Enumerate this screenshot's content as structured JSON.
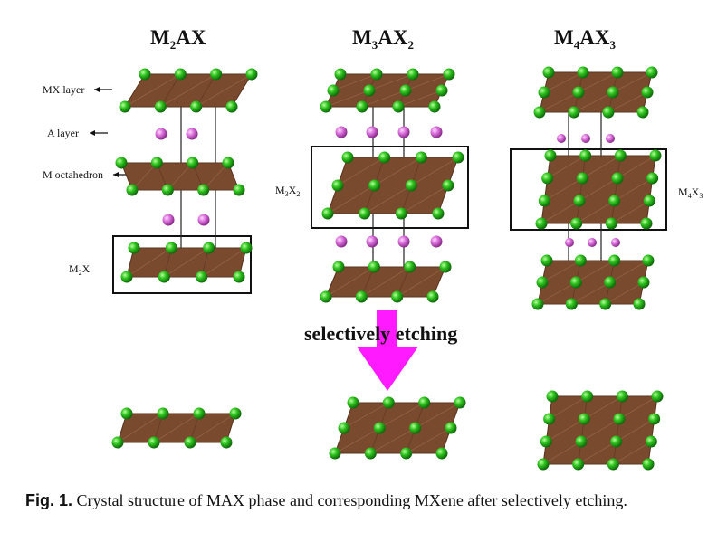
{
  "columns": [
    {
      "title_main": "M",
      "title_sub": "2",
      "title_rest": "AX",
      "title_sub2": "",
      "title_rest2": ""
    },
    {
      "title_main": "M",
      "title_sub": "3",
      "title_rest": "AX",
      "title_sub2": "2",
      "title_rest2": ""
    },
    {
      "title_main": "M",
      "title_sub": "4",
      "title_rest": "AX",
      "title_sub2": "3",
      "title_rest2": ""
    }
  ],
  "labels": {
    "mx_layer": "MX layer",
    "a_layer": "A layer",
    "m_octahedron": "M octahedron",
    "box1": {
      "m": "M",
      "m_sub": "2",
      "x": "X",
      "x_sub": ""
    },
    "box2": {
      "m": "M",
      "m_sub": "3",
      "x": "X",
      "x_sub": "2"
    },
    "box3": {
      "m": "M",
      "m_sub": "4",
      "x": "X",
      "x_sub": "3"
    }
  },
  "etching_text": "selectively etching",
  "caption": {
    "fig": "Fig. 1.",
    "text": "Crystal structure of MAX phase and corresponding MXene after selectively etching."
  },
  "colors": {
    "octahedron": "#7a4a2e",
    "octahedron_dark": "#5a3520",
    "m_atom": "#2ec41e",
    "a_atom": "#d66ad8",
    "arrow": "#ff1aff"
  }
}
